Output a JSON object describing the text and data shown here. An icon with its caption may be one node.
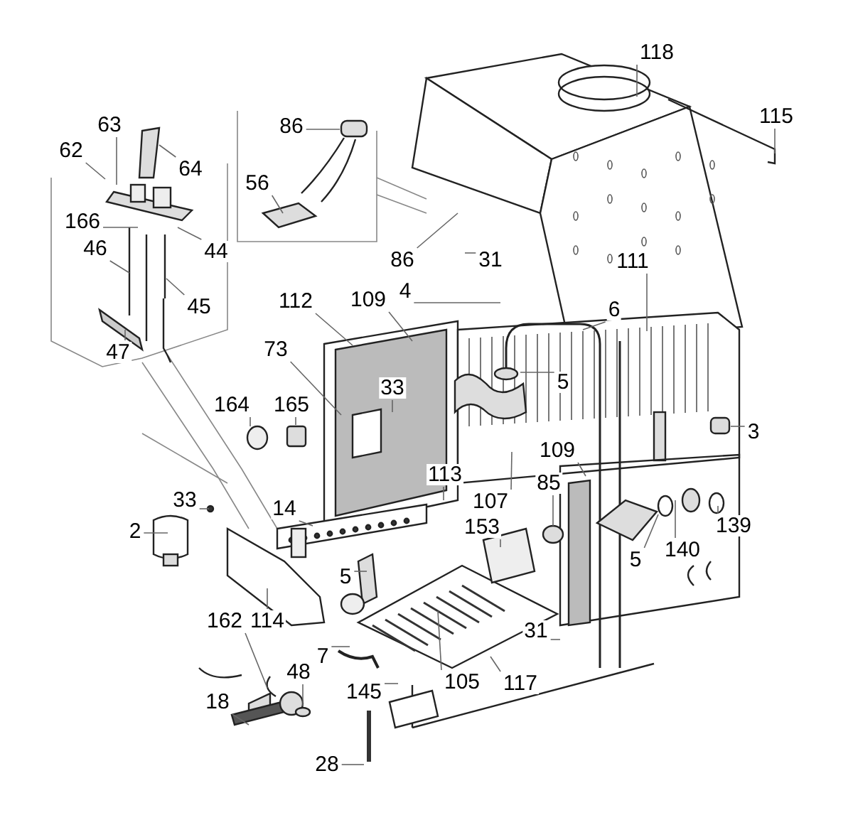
{
  "diagram": {
    "nodes": [
      {
        "text": [
          "118"
        ]
      },
      {
        "text": [
          "115"
        ]
      },
      {
        "text": [
          "63"
        ]
      },
      {
        "text": [
          "64"
        ]
      },
      {
        "text": [
          "62"
        ]
      },
      {
        "text": [
          "86"
        ]
      },
      {
        "text": [
          "56"
        ]
      },
      {
        "text": [
          "166"
        ]
      },
      {
        "text": [
          "44"
        ]
      },
      {
        "text": [
          "46"
        ]
      },
      {
        "text": [
          "45"
        ]
      },
      {
        "text": [
          "47"
        ]
      },
      {
        "text": [
          "86"
        ]
      },
      {
        "text": [
          "31"
        ]
      },
      {
        "text": [
          "4"
        ]
      },
      {
        "text": [
          "111"
        ]
      },
      {
        "text": [
          "6"
        ]
      },
      {
        "text": [
          "112"
        ]
      },
      {
        "text": [
          "109"
        ]
      },
      {
        "text": [
          "5"
        ]
      },
      {
        "text": [
          "73"
        ]
      },
      {
        "text": [
          "33"
        ]
      },
      {
        "text": [
          "3"
        ]
      },
      {
        "text": [
          "164"
        ]
      },
      {
        "text": [
          "165"
        ]
      },
      {
        "text": [
          "33"
        ]
      },
      {
        "text": [
          "14"
        ]
      },
      {
        "text": [
          "2"
        ]
      },
      {
        "text": [
          "113"
        ]
      },
      {
        "text": [
          "107"
        ]
      },
      {
        "text": [
          "109"
        ]
      },
      {
        "text": [
          "85"
        ]
      },
      {
        "text": [
          "153"
        ]
      },
      {
        "text": [
          "5"
        ]
      },
      {
        "text": [
          "5"
        ]
      },
      {
        "text": [
          "140"
        ]
      },
      {
        "text": [
          "139"
        ]
      },
      {
        "text": [
          "114"
        ]
      },
      {
        "text": [
          "162"
        ]
      },
      {
        "text": [
          "7"
        ]
      },
      {
        "text": [
          "31"
        ]
      },
      {
        "text": [
          "105"
        ]
      },
      {
        "text": [
          "117"
        ]
      },
      {
        "text": [
          "48"
        ]
      },
      {
        "text": [
          "145"
        ]
      },
      {
        "text": [
          "18"
        ]
      },
      {
        "text": [
          "28"
        ]
      }
    ],
    "edges": [
      {
        "from": 0,
        "to": null,
        "arrow": "none"
      },
      {
        "from": 1,
        "to": null,
        "arrow": "none"
      },
      {
        "from": 2,
        "to": null,
        "arrow": "none"
      },
      {
        "from": 3,
        "to": null,
        "arrow": "none"
      },
      {
        "from": 4,
        "to": null,
        "arrow": "none"
      },
      {
        "from": 5,
        "to": null,
        "arrow": "none"
      },
      {
        "from": 6,
        "to": null,
        "arrow": "none"
      },
      {
        "from": 7,
        "to": null,
        "arrow": "none"
      },
      {
        "from": 8,
        "to": null,
        "arrow": "none"
      },
      {
        "from": 9,
        "to": null,
        "arrow": "none"
      },
      {
        "from": 10,
        "to": null,
        "arrow": "none"
      },
      {
        "from": 11,
        "to": null,
        "arrow": "none"
      },
      {
        "from": 12,
        "to": null,
        "arrow": "none"
      },
      {
        "from": 13,
        "to": null,
        "arrow": "none"
      },
      {
        "from": 14,
        "to": null,
        "arrow": "none"
      },
      {
        "from": 15,
        "to": null,
        "arrow": "none"
      },
      {
        "from": 16,
        "to": null,
        "arrow": "none"
      },
      {
        "from": 17,
        "to": null,
        "arrow": "none"
      },
      {
        "from": 18,
        "to": null,
        "arrow": "none"
      },
      {
        "from": 19,
        "to": null,
        "arrow": "none"
      },
      {
        "from": 20,
        "to": null,
        "arrow": "none"
      },
      {
        "from": 21,
        "to": null,
        "arrow": "none"
      },
      {
        "from": 22,
        "to": null,
        "arrow": "none"
      },
      {
        "from": 23,
        "to": null,
        "arrow": "none"
      },
      {
        "from": 24,
        "to": null,
        "arrow": "none"
      },
      {
        "from": 25,
        "to": null,
        "arrow": "none"
      },
      {
        "from": 26,
        "to": null,
        "arrow": "none"
      },
      {
        "from": 27,
        "to": null,
        "arrow": "none"
      },
      {
        "from": 28,
        "to": null,
        "arrow": "none"
      },
      {
        "from": 29,
        "to": null,
        "arrow": "none"
      },
      {
        "from": 30,
        "to": null,
        "arrow": "none"
      },
      {
        "from": 31,
        "to": null,
        "arrow": "none"
      },
      {
        "from": 32,
        "to": null,
        "arrow": "none"
      },
      {
        "from": 33,
        "to": null,
        "arrow": "none"
      },
      {
        "from": 34,
        "to": null,
        "arrow": "none"
      },
      {
        "from": 35,
        "to": null,
        "arrow": "none"
      },
      {
        "from": 36,
        "to": null,
        "arrow": "none"
      },
      {
        "from": 37,
        "to": null,
        "arrow": "none"
      },
      {
        "from": 38,
        "to": null,
        "arrow": "none"
      },
      {
        "from": 39,
        "to": null,
        "arrow": "none"
      },
      {
        "from": 40,
        "to": null,
        "arrow": "none"
      },
      {
        "from": 41,
        "to": null,
        "arrow": "none"
      },
      {
        "from": 42,
        "to": null,
        "arrow": "none"
      },
      {
        "from": 43,
        "to": null,
        "arrow": "none"
      },
      {
        "from": 44,
        "to": null,
        "arrow": "none"
      },
      {
        "from": 45,
        "to": null,
        "arrow": "none"
      },
      {
        "from": 46,
        "to": null,
        "arrow": "none"
      }
    ]
  }
}
